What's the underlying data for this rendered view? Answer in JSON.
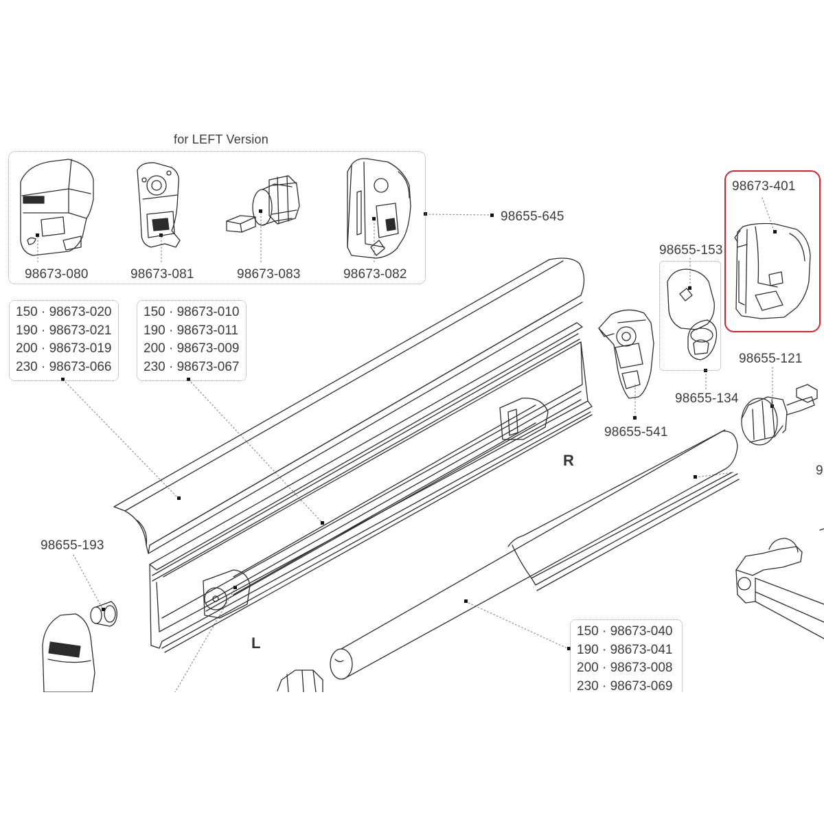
{
  "title": "for LEFT Version",
  "left_kit": {
    "kit_number": "98655-645",
    "parts": [
      "98673-080",
      "98673-081",
      "98673-083",
      "98673-082"
    ]
  },
  "size_tables": {
    "front_profile": [
      "150 · 98673-020",
      "190 · 98673-021",
      "200 · 98673-019",
      "230 · 98673-066"
    ],
    "case_profile": [
      "150 · 98673-010",
      "190 · 98673-011",
      "200 · 98673-009",
      "230 · 98673-067"
    ],
    "roller_tube": [
      "150 · 98673-040",
      "190 · 98673-041",
      "200 · 98673-008",
      "230 · 98673-069"
    ]
  },
  "parts": {
    "highlighted_cap": "98673-401",
    "end_fitting": "98655-153",
    "bracket_bottom": "98655-134",
    "right_end_cap": "98655-541",
    "tube_plug": "98655-121",
    "bushing": "98655-193"
  },
  "side_labels": {
    "right": "R",
    "left": "L"
  },
  "cut_label": "9"
}
